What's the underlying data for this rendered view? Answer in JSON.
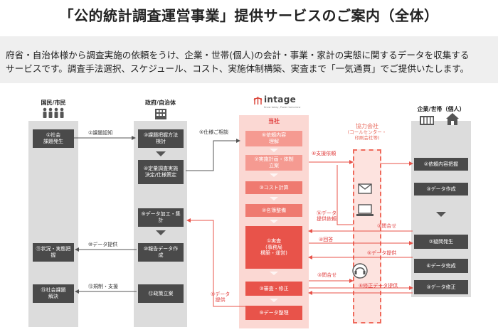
{
  "header": {
    "title": "「公的統計調査運営事業」提供サービスのご案内（全体）",
    "desc_line1": "府省・自治体様から調査実施の依頼をうけ、企業・世帯(個人)の会計・事業・家計の実態に関するデータを収集する",
    "desc_line2": "サービスです。調査手法選択、スケジュール、コスト、実施体制構築、実査まで「一気通貫」でご提供いたします。"
  },
  "columns": {
    "citizens": "国民/市民",
    "government": "政府/自治体",
    "company_label": "当社",
    "company_logo": "intage",
    "company_logo_sub": "Know today, Power tomorrow",
    "enterprises": "企業/世帯（個人）"
  },
  "partner": {
    "title": "協力会社",
    "subtitle": "(コールセンター・\n印刷会社等)"
  },
  "boxes": {
    "citizen_1": "①社会\n課題発生",
    "citizen_2": "⑪状況・実態把\n握",
    "citizen_3": "⑬社会課題\n解決",
    "gov_1": "③課題把握方法\n検討",
    "gov_2": "④定量調査実施\n決定/仕様策定",
    "gov_3": "⑨データ加工・集\n計",
    "gov_4": "⑩報告データ作\n成",
    "gov_5": "⑫政策立案",
    "co_1": "⑥依頼内容\n理解",
    "co_2": "⑦実施計画・体制\n立案",
    "co_3": "③コスト計算",
    "co_4": "②名簿整備",
    "co_5": "①実査\n(事務局\n構築・運営)",
    "co_6": "③審査・修正",
    "co_7": "⑨データ整理",
    "ent_1": "②依頼内容把握",
    "ent_2": "③データ作成",
    "ent_3": "②疑問発生",
    "ent_4": "④データ完成",
    "ent_5": "③データ修正"
  },
  "labels": {
    "l_issue": "②課題認知",
    "l_consult": "⑤仕様ご相談",
    "l_data1": "⑩データ提供",
    "l_regulate": "⑫規制・支援",
    "l_support": "⑥支援依頼",
    "l_data_req": "⑭データ\n提供依頼",
    "l_data_provide": "⑨データ\n提供",
    "l_inquiry": "③問合せ",
    "l_answer": "④回答",
    "l_data2": "⑤データ提供",
    "l_inquiry2": "③問合せ",
    "l_fix": "⑥修正データ提供"
  },
  "colors": {
    "accent_red": "#e8534a",
    "dark_box": "#4a4a4a",
    "column_bg": "#dcdcdc",
    "partner_bg": "#fde3df"
  },
  "icons": [
    "people-icon",
    "building-icon",
    "factory-icon",
    "house-icon",
    "mail-icon",
    "laptop-icon",
    "headset-icon",
    "intage-logo-icon"
  ]
}
